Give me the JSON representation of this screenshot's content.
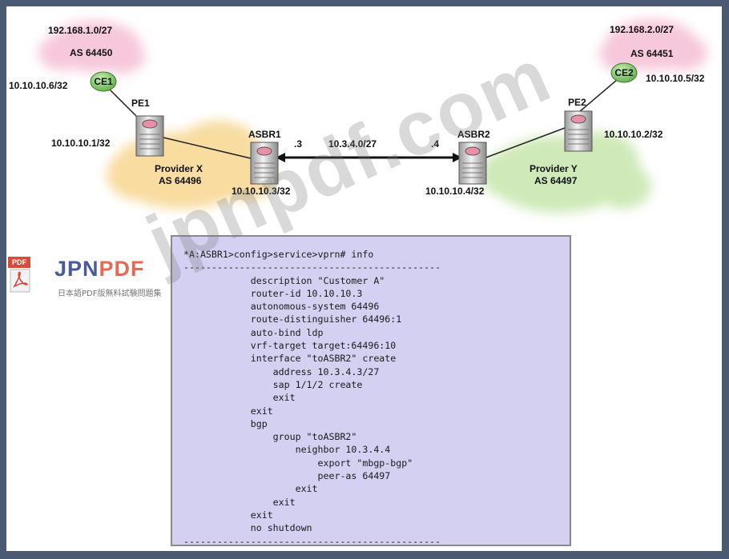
{
  "sites": {
    "ce1_subnet": "192.168.1.0/27",
    "ce1_as": "AS 64450",
    "ce1_label": "CE1",
    "ce1_addr": "10.10.10.6/32",
    "ce2_subnet": "192.168.2.0/27",
    "ce2_as": "AS 64451",
    "ce2_label": "CE2",
    "ce2_addr": "10.10.10.5/32"
  },
  "routers": {
    "pe1_label": "PE1",
    "pe1_addr": "10.10.10.1/32",
    "pe2_label": "PE2",
    "pe2_addr": "10.10.10.2/32",
    "asbr1_label": "ASBR1",
    "asbr1_addr": "10.10.10.3/32",
    "asbr2_label": "ASBR2",
    "asbr2_addr": "10.10.10.4/32"
  },
  "providers": {
    "x_name": "Provider X",
    "x_as": "AS 64496",
    "y_name": "Provider Y",
    "y_as": "AS 64497"
  },
  "link": {
    "subnet": "10.3.4.0/27",
    "left_host": ".3",
    "right_host": ".4"
  },
  "config": {
    "lines": [
      "*A:ASBR1>config>service>vprn# info",
      "----------------------------------------------",
      "            description \"Customer A\"",
      "            router-id 10.10.10.3",
      "            autonomous-system 64496",
      "            route-distinguisher 64496:1",
      "            auto-bind ldp",
      "            vrf-target target:64496:10",
      "            interface \"toASBR2\" create",
      "                address 10.3.4.3/27",
      "                sap 1/1/2 create",
      "                exit",
      "            exit",
      "            bgp",
      "                group \"toASBR2\"",
      "                    neighbor 10.3.4.4",
      "                        export \"mbgp-bgp\"",
      "                        peer-as 64497",
      "                    exit",
      "                exit",
      "            exit",
      "            no shutdown",
      "----------------------------------------------"
    ]
  },
  "watermark": {
    "badge": "PDF",
    "brand_part1": "JPN",
    "brand_part2": "PDF",
    "tagline": "日本語PDF版無料試験問題集",
    "overlay": "jpnpdf.com"
  },
  "colors": {
    "cloud_customer": "#f7c8dc",
    "cloud_provider_x": "#f8dca0",
    "cloud_provider_y": "#cfe9b8",
    "ce_router": "#8fd07a",
    "config_bg": "#d3d0f2",
    "frame": "#4a5a73"
  }
}
